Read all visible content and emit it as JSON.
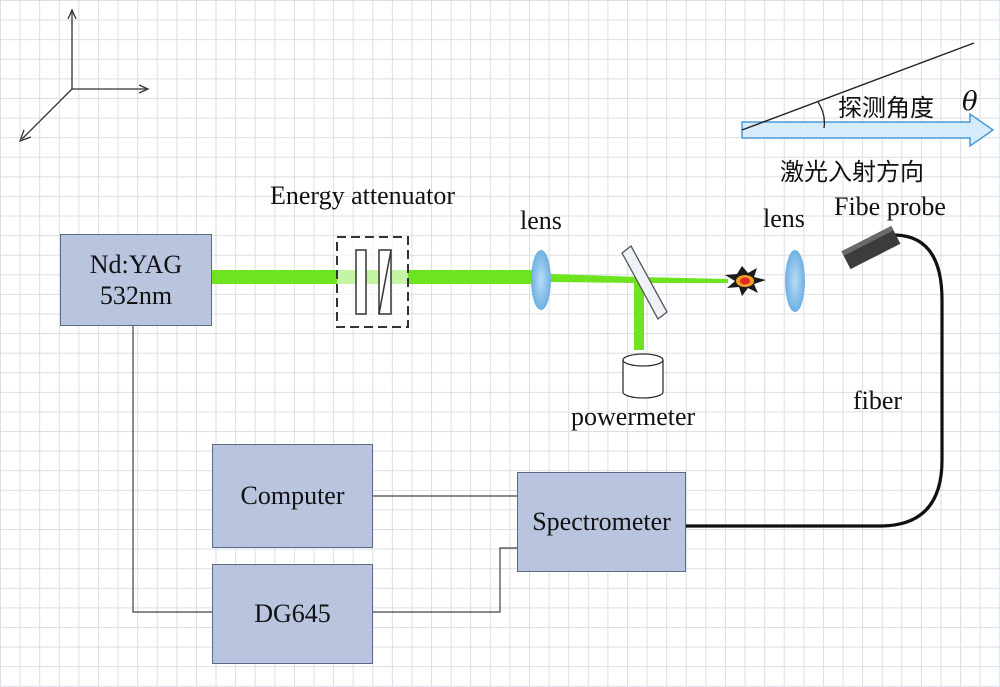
{
  "colors": {
    "beam": "#6ee31f",
    "box_fill": "#b9c4df",
    "lens_fill": "#8ec5ec",
    "arrow_fill": "#d6ecfa",
    "arrow_stroke": "#4a9ad6",
    "probe": "#3c3c3c"
  },
  "laser": {
    "line1": "Nd:YAG",
    "line2": "532nm"
  },
  "boxes": {
    "computer": "Computer",
    "dg645": "DG645",
    "spectrometer": "Spectrometer"
  },
  "labels": {
    "energy_attenuator": "Energy attenuator",
    "lens_left": "lens",
    "lens_right": "lens",
    "fibe_probe": "Fibe probe",
    "fiber": "fiber",
    "powermeter": "powermeter",
    "detection_angle": "探测角度",
    "theta": "θ",
    "laser_direction": "激光入射方向"
  }
}
